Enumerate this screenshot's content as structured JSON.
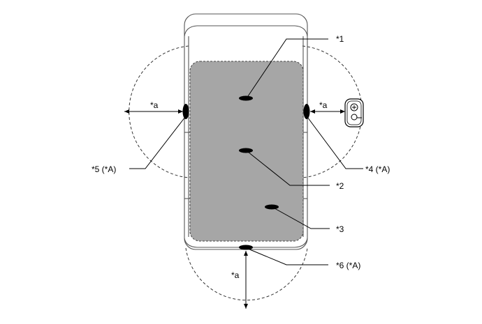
{
  "labels": {
    "callout_1": "*1",
    "callout_2": "*2",
    "callout_3": "*3",
    "callout_4": "*4 (*A)",
    "callout_5": "*5 (*A)",
    "callout_6": "*6 (*A)",
    "dim_left": "*a",
    "dim_right": "*a",
    "dim_rear": "*a"
  },
  "icons": {
    "key_fob": "key-fob-icon"
  },
  "colors": {
    "detection_area": "#a6a6a6",
    "antenna": "#000000",
    "line": "#000000"
  }
}
